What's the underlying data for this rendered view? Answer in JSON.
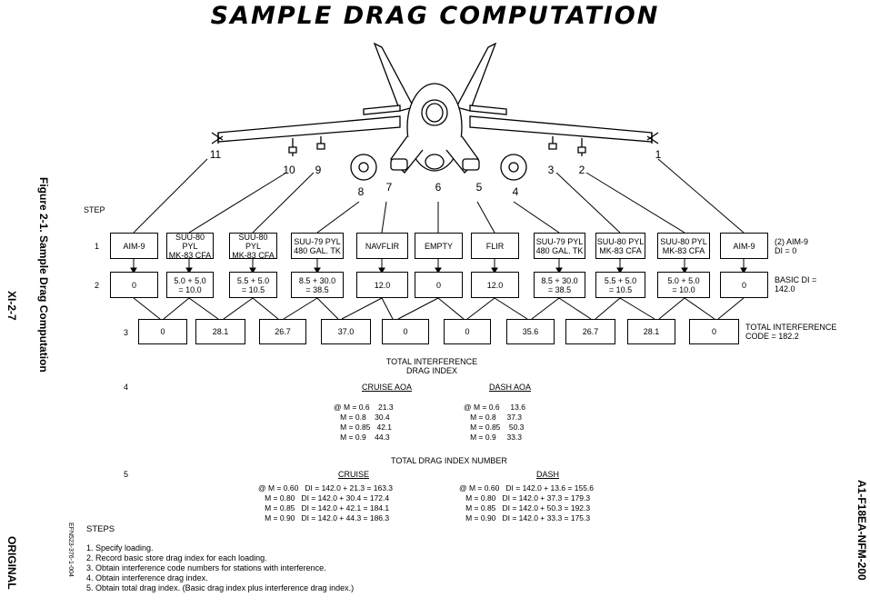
{
  "title": "SAMPLE DRAG COMPUTATION",
  "left_margin": {
    "figure_caption": "Figure 2-1.  Sample Drag Computation",
    "page_number": "XI-2-7",
    "original": "ORIGINAL",
    "figure_code": "EFN523-376-1-004"
  },
  "right_margin": {
    "doc_id": "A1-F18EA-NFM-200"
  },
  "station_numbers": [
    "11",
    "10",
    "9",
    "8",
    "7",
    "6",
    "5",
    "4",
    "3",
    "2",
    "1"
  ],
  "step_header": "STEP",
  "step_numbers": [
    "1",
    "2",
    "3",
    "4",
    "5"
  ],
  "loadings": [
    "AIM-9",
    "SUU-80 PYL\nMK-83 CFA",
    "SUU-80 PYL\nMK-83 CFA",
    "SUU-79 PYL\n480 GAL. TK",
    "NAVFLIR",
    "EMPTY",
    "FLIR",
    "SUU-79 PYL\n480 GAL. TK",
    "SUU-80 PYL\nMK-83 CFA",
    "SUU-80 PYL\nMK-83 CFA",
    "AIM-9"
  ],
  "loading_note": "(2) AIM-9\nDI = 0",
  "basic_di": [
    "0",
    "5.0 + 5.0\n= 10.0",
    "5.5 + 5.0\n= 10.5",
    "8.5 + 30.0\n= 38.5",
    "12.0",
    "0",
    "12.0",
    "8.5 + 30.0\n= 38.5",
    "5.5 + 5.0\n= 10.5",
    "5.0 + 5.0\n= 10.0",
    "0"
  ],
  "basic_di_note": "BASIC DI =\n142.0",
  "interference_codes": [
    "0",
    "28.1",
    "26.7",
    "37.0",
    "0",
    "0",
    "35.6",
    "26.7",
    "28.1",
    "0"
  ],
  "interference_note": "TOTAL INTERFERENCE\nCODE = 182.2",
  "step4": {
    "title": "TOTAL INTERFERENCE\nDRAG INDEX",
    "cruise_header": "CRUISE AOA",
    "dash_header": "DASH AOA",
    "cruise_rows": [
      "@ M = 0.6    21.3",
      "   M = 0.8    30.4",
      "   M = 0.85   42.1",
      "   M = 0.9    44.3"
    ],
    "dash_rows": [
      "@ M = 0.6     13.6",
      "   M = 0.8     37.3",
      "   M = 0.85    50.3",
      "   M = 0.9     33.3"
    ]
  },
  "step5": {
    "title": "TOTAL DRAG INDEX NUMBER",
    "cruise_header": "CRUISE",
    "dash_header": "DASH",
    "cruise_rows": [
      "@ M = 0.60   DI = 142.0 + 21.3 = 163.3",
      "   M = 0.80   DI = 142.0 + 30.4 = 172.4",
      "   M = 0.85   DI = 142.0 + 42.1 = 184.1",
      "   M = 0.90   DI = 142.0 + 44.3 = 186.3"
    ],
    "dash_rows": [
      "@ M = 0.60   DI = 142.0 + 13.6 = 155.6",
      "   M = 0.80   DI = 142.0 + 37.3 = 179.3",
      "   M = 0.85   DI = 142.0 + 50.3 = 192.3",
      "   M = 0.90   DI = 142.0 + 33.3 = 175.3"
    ]
  },
  "steps_heading": "STEPS",
  "steps": [
    "1. Specify loading.",
    "2. Record basic store drag index for each loading.",
    "3. Obtain interference code numbers for stations with interference.",
    "4. Obtain interference drag index.",
    "5. Obtain total drag index. (Basic drag index plus interference drag index.)"
  ]
}
